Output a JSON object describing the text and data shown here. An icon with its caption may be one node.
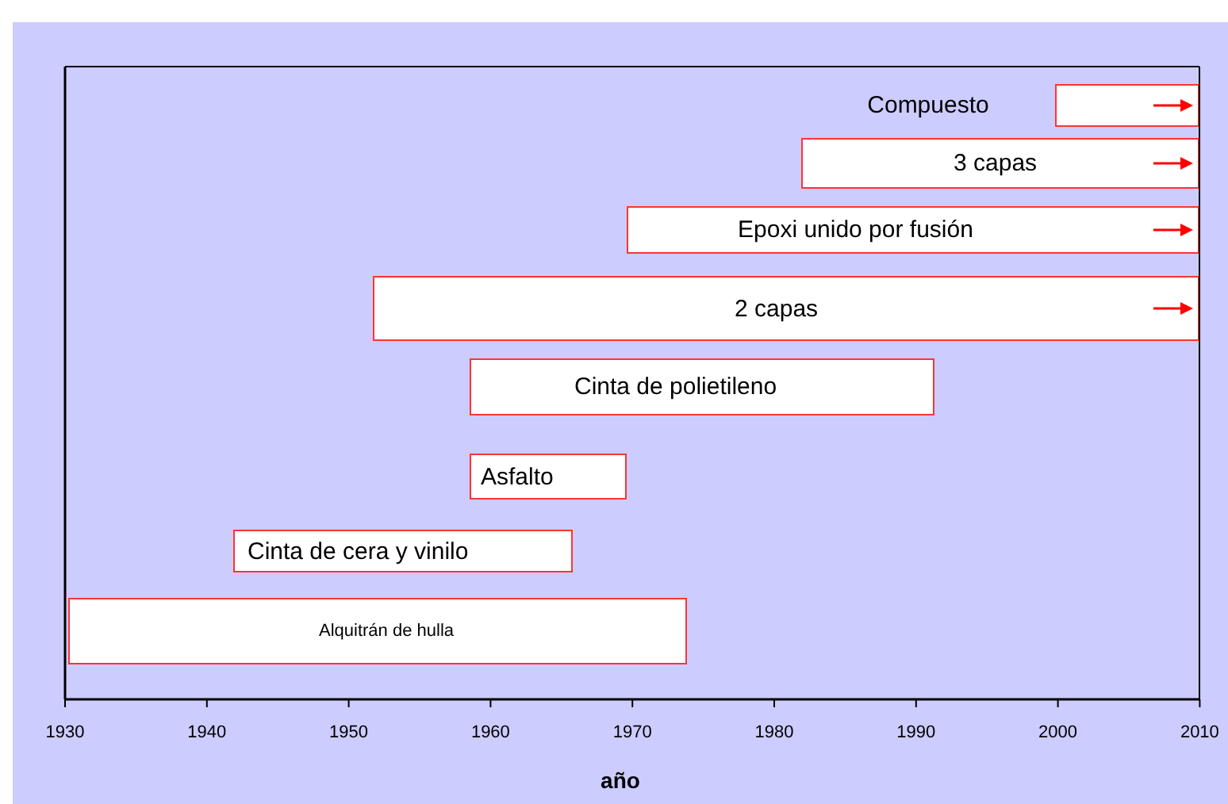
{
  "diagram": {
    "nodes": [
      {
        "text": [],
        "shape": "box"
      },
      {
        "text": [
          "3 capas"
        ]
      },
      {
        "text": [
          "Epoxi unido por fusión"
        ]
      },
      {
        "text": [
          "2 capas"
        ]
      },
      {
        "text": [
          "Cinta de polietileno"
        ]
      },
      {
        "text": [
          "Asfalto"
        ]
      },
      {
        "text": [
          "Cinta de cera y vinilo"
        ]
      },
      {
        "text": [
          "Alquitrán de hulla"
        ]
      }
    ],
    "edges": [],
    "labels": [
      "Compuesto",
      "1930",
      "1940",
      "1950",
      "1960",
      "1970",
      "1980",
      "1990",
      "2000",
      "2010",
      "año"
    ]
  }
}
